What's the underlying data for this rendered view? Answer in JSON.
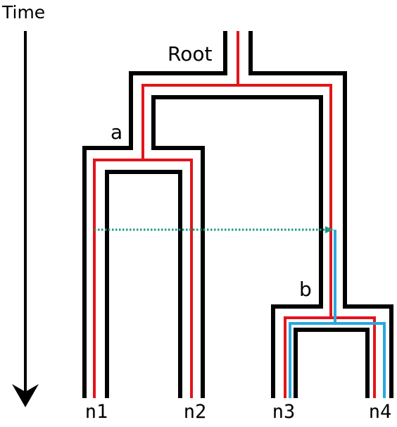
{
  "time_label": "Time",
  "nodes": {
    "root": "Root",
    "a": "a",
    "b": "b"
  },
  "leaves": [
    "n1",
    "n2",
    "n3",
    "n4"
  ],
  "colors": {
    "species_tree": "#000000",
    "gene_tree": "#e3141b",
    "transfer_lineage": "#2aa7df",
    "transfer_arrow": "#1a9a86"
  }
}
